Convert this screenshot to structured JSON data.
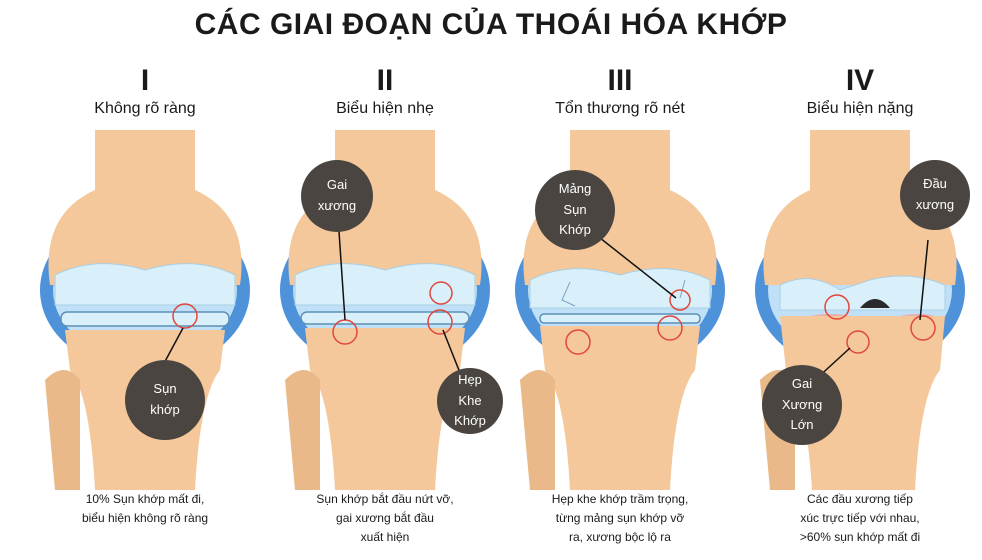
{
  "title": "CÁC GIAI ĐOẠN CỦA THOÁI HÓA KHỚP",
  "colors": {
    "bone": "#f4c89a",
    "bone_shade": "#e0a878",
    "cartilage": "#d9f0fb",
    "joint_fluid": "#2f7fd3",
    "bubble": "#4a4540",
    "marker": "#e0473d"
  },
  "stages": [
    {
      "numeral": "I",
      "subtitle": "Không rõ ràng",
      "bubbles": [
        "Sụn\nkhớp"
      ],
      "caption": "10% Sụn khớp mất đi,\nbiểu hiện không rõ ràng"
    },
    {
      "numeral": "II",
      "subtitle": "Biểu hiện nhẹ",
      "bubbles": [
        "Gai\nxương",
        "Hẹp\nKhe\nKhớp"
      ],
      "caption": "Sụn khớp bắt đầu nứt vỡ,\ngai xương bắt đầu\nxuất hiện"
    },
    {
      "numeral": "III",
      "subtitle": "Tổn thương rõ nét",
      "bubbles": [
        "Mảng\nSụn\nKhớp"
      ],
      "caption": "Hẹp khe khớp trầm trọng,\ntừng mảng sụn khớp vỡ\nra, xương bộc lộ ra"
    },
    {
      "numeral": "IV",
      "subtitle": "Biểu hiện nặng",
      "bubbles": [
        "Đầu\nxương",
        "Gai\nXương\nLớn"
      ],
      "caption": "Các đầu xương tiếp\nxúc trực tiếp với nhau,\n>60% sụn khớp mất đi"
    }
  ]
}
